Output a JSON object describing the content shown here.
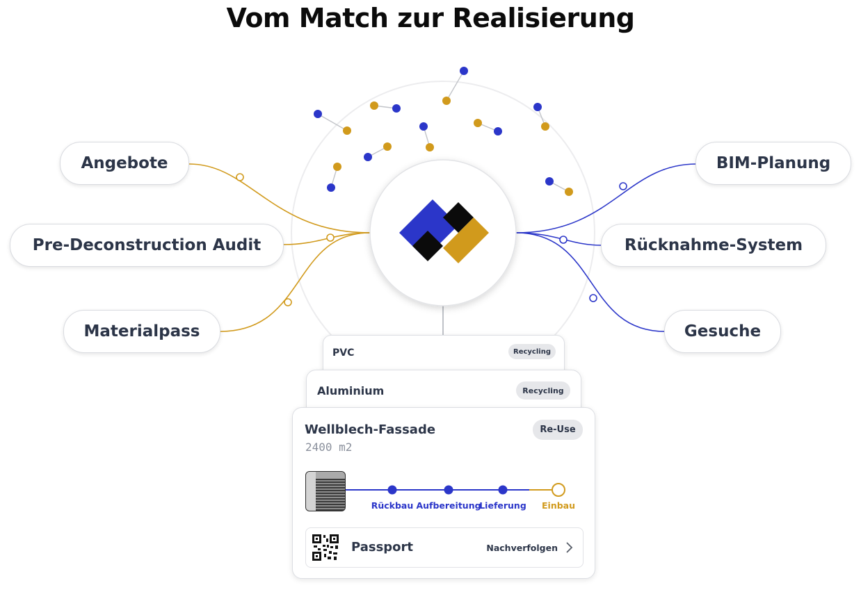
{
  "title": "Vom Match zur Realisierung",
  "colors": {
    "blue": "#2b36c9",
    "gold": "#d19a1c",
    "black": "#0b0b0b"
  },
  "left_items": [
    "Angebote",
    "Pre-Deconstruction Audit",
    "Materialpass"
  ],
  "right_items": [
    "BIM-Planung",
    "Rücknahme-System",
    "Gesuche"
  ],
  "center_logo": "logo-icon",
  "cards": {
    "back": {
      "name": "PVC",
      "tag": "Recycling"
    },
    "middle": {
      "name": "Aluminium",
      "tag": "Recycling"
    },
    "front": {
      "name": "Wellblech-Fassade",
      "quantity": "2400 m2",
      "tag": "Re-Use",
      "stages": [
        {
          "label": "Rückbau",
          "done": true
        },
        {
          "label": "Aufbereitung",
          "done": true
        },
        {
          "label": "Lieferung",
          "done": true
        },
        {
          "label": "Einbau",
          "done": false
        }
      ],
      "passport": {
        "label": "Passport",
        "action": "Nachverfolgen"
      }
    }
  }
}
